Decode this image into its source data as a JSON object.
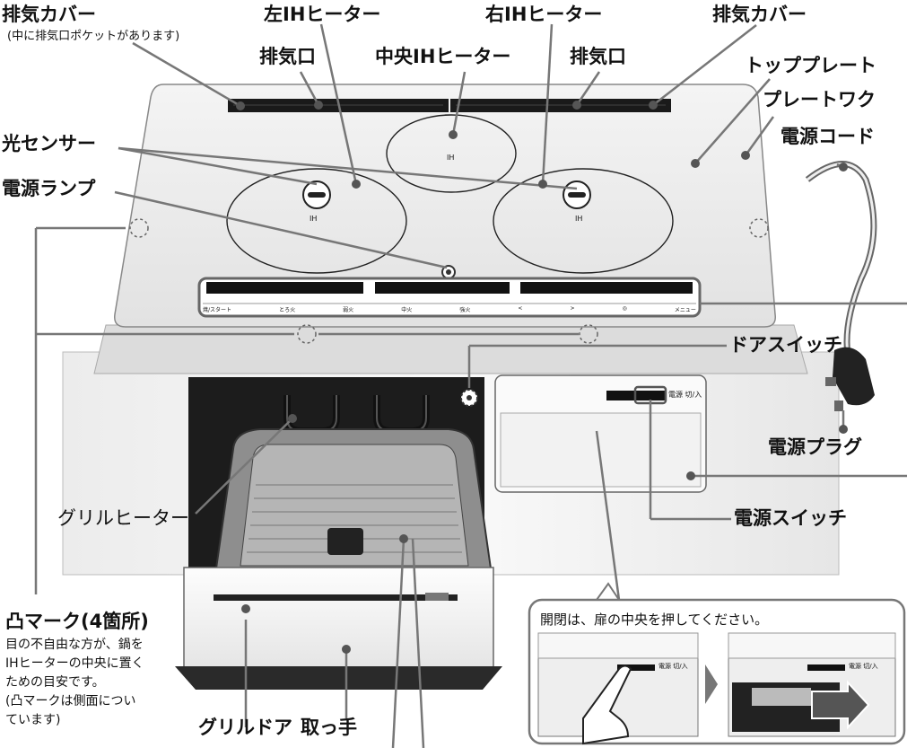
{
  "labels": {
    "exhaust_cover_left": "排気カバー",
    "exhaust_cover_left_note": "(中に排気口ポケットがあります)",
    "left_ih": "左IHヒーター",
    "right_ih": "右IHヒーター",
    "exhaust_cover_right": "排気カバー",
    "exhaust_left": "排気口",
    "center_ih": "中央IHヒーター",
    "exhaust_right": "排気口",
    "top_plate": "トッププレート",
    "plate_work": "プレートワク",
    "light_sensor": "光センサー",
    "power_cord": "電源コード",
    "power_lamp": "電源ランプ",
    "door_switch": "ドアスイッチ",
    "power_plug": "電源プラグ",
    "grill_heater": "グリルヒーター",
    "power_switch": "電源スイッチ",
    "grill_door": "グリルドア",
    "handle": "取っ手"
  },
  "bump_mark": {
    "title": "凸マーク(4箇所)",
    "lines": [
      "目の不自由な方が、鍋を",
      "IHヒーターの中央に置く",
      "ための目安です。",
      "(凸マークは側面につい",
      "ています)"
    ]
  },
  "inset": {
    "caption": "開閉は、扉の中央を押してください。",
    "panel_text": "電源 切/入"
  },
  "panel_text": {
    "power_label": "電源 切/入",
    "ih_mark": "IH",
    "control_buttons": [
      "焼/スタート",
      "とろ火",
      "弱火",
      "中火",
      "強火",
      "<",
      ">",
      "◎",
      "メニュー"
    ]
  }
}
